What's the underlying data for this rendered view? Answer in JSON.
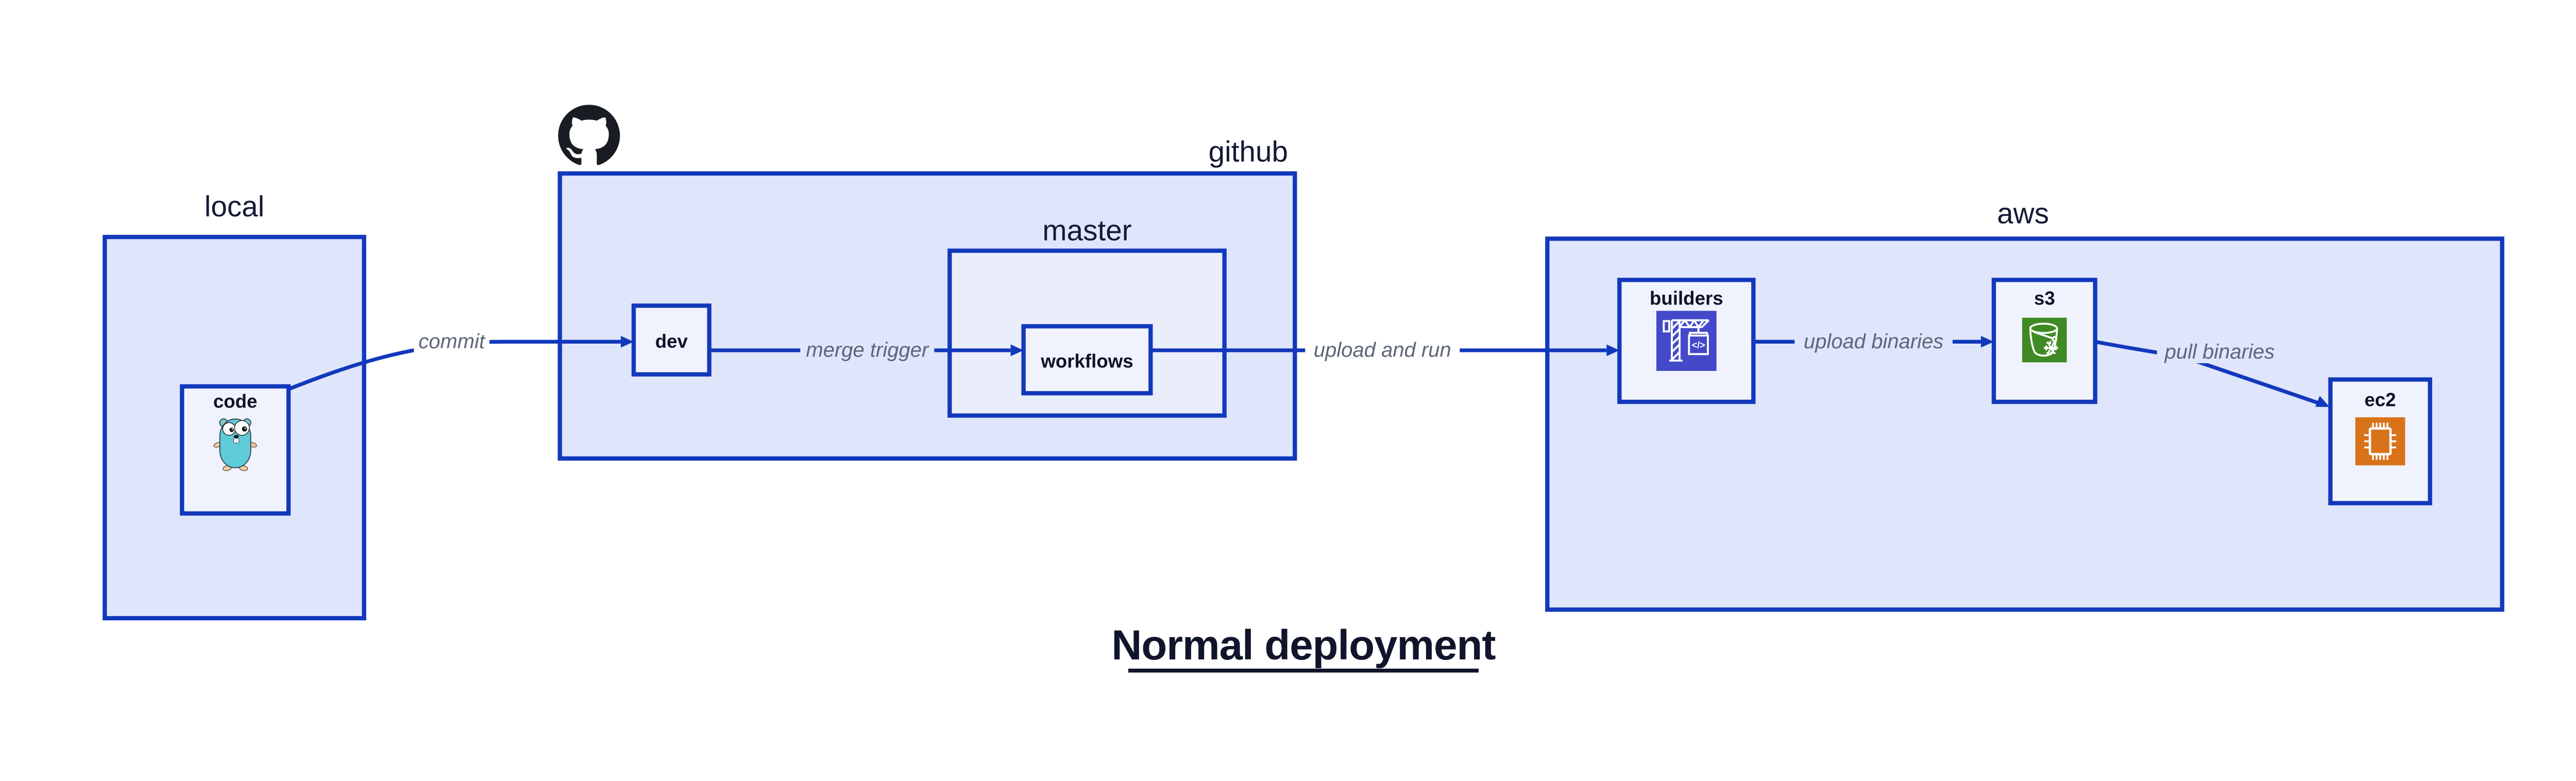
{
  "title": {
    "text": "Normal deployment"
  },
  "containers": {
    "local": {
      "label": "local"
    },
    "github": {
      "label": "github"
    },
    "master": {
      "label": "master"
    },
    "aws": {
      "label": "aws"
    }
  },
  "nodes": {
    "code": {
      "label": "code"
    },
    "dev": {
      "label": "dev"
    },
    "workflows": {
      "label": "workflows"
    },
    "builders": {
      "label": "builders"
    },
    "s3": {
      "label": "s3"
    },
    "ec2": {
      "label": "ec2"
    }
  },
  "edges": {
    "commit": {
      "label": "commit"
    },
    "merge_trigger": {
      "label": "merge trigger"
    },
    "upload_and_run": {
      "label": "upload and run"
    },
    "upload_binaries": {
      "label": "upload binaries"
    },
    "pull_binaries": {
      "label": "pull binaries"
    }
  },
  "icons": {
    "github": "github-octocat",
    "code": "go-gopher",
    "builders": "aws-codebuild-crane",
    "builders_glyph": "</>",
    "s3": "aws-s3-glacier-bucket",
    "ec2": "aws-ec2-chip"
  },
  "colors": {
    "border_blue": "#1238bc",
    "container_fill": "#dfe5fa",
    "master_fill": "#eaeefb",
    "node_fill": "#f0f3fd",
    "label_dark": "#10152b",
    "edge_label_gray": "#5d6678",
    "github_black": "#191d23",
    "codebuild_bg": "#4349c8",
    "s3_bg": "#3f8a24",
    "ec2_bg": "#d9731b",
    "gopher_teal": "#5fcbd9",
    "gopher_skin": "#f2cfa4"
  }
}
